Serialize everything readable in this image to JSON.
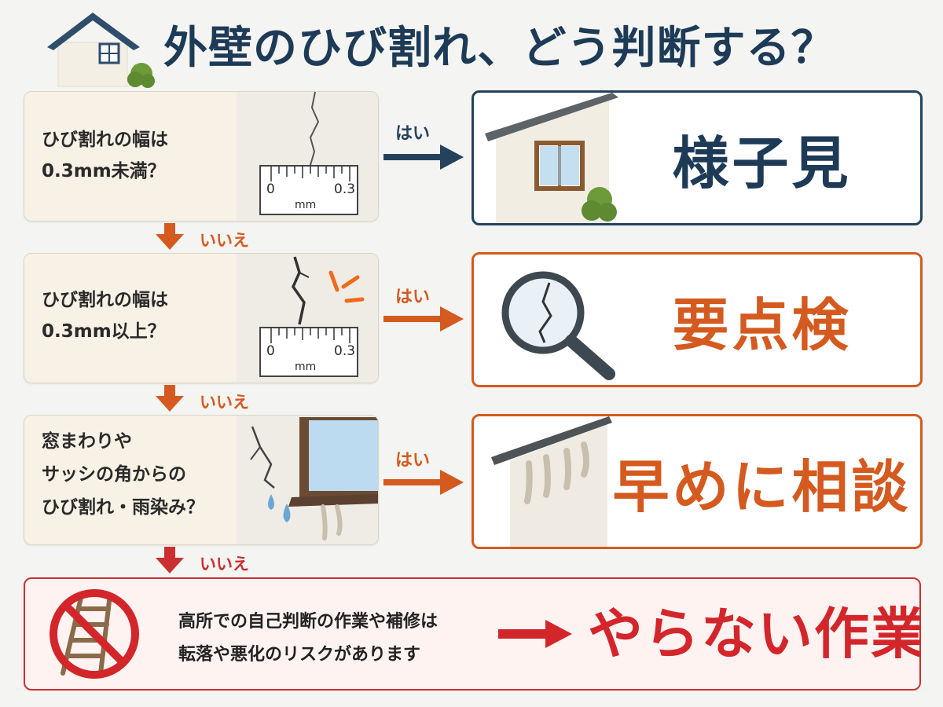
{
  "title": "外壁のひび割れ、どう判断する？",
  "steps": [
    {
      "question": [
        "ひび割れの幅は",
        "0.3mm未満？"
      ],
      "yes": "はい",
      "result": "様子見",
      "ruler": {
        "min": "0",
        "max": "0.3",
        "unit": "mm"
      }
    },
    {
      "question": [
        "ひび割れの幅は",
        "0.3mm以上？"
      ],
      "yes": "はい",
      "result": "要点検",
      "ruler": {
        "min": "0",
        "max": "0.3",
        "unit": "mm"
      }
    },
    {
      "question": [
        "窓まわりや",
        "サッシの角からの",
        "ひび割れ・雨染み？"
      ],
      "yes": "はい",
      "result": "早めに相談"
    }
  ],
  "no_label": "いいえ",
  "final": {
    "text": [
      "高所での自己判断の作業や補修は",
      "転落や悪化のリスクがあります"
    ],
    "result": "やらない作業"
  },
  "colors": {
    "navy": "#1d3b57",
    "blue_border": "#24425e",
    "orange": "#d45a1f",
    "red": "#d3262b"
  }
}
